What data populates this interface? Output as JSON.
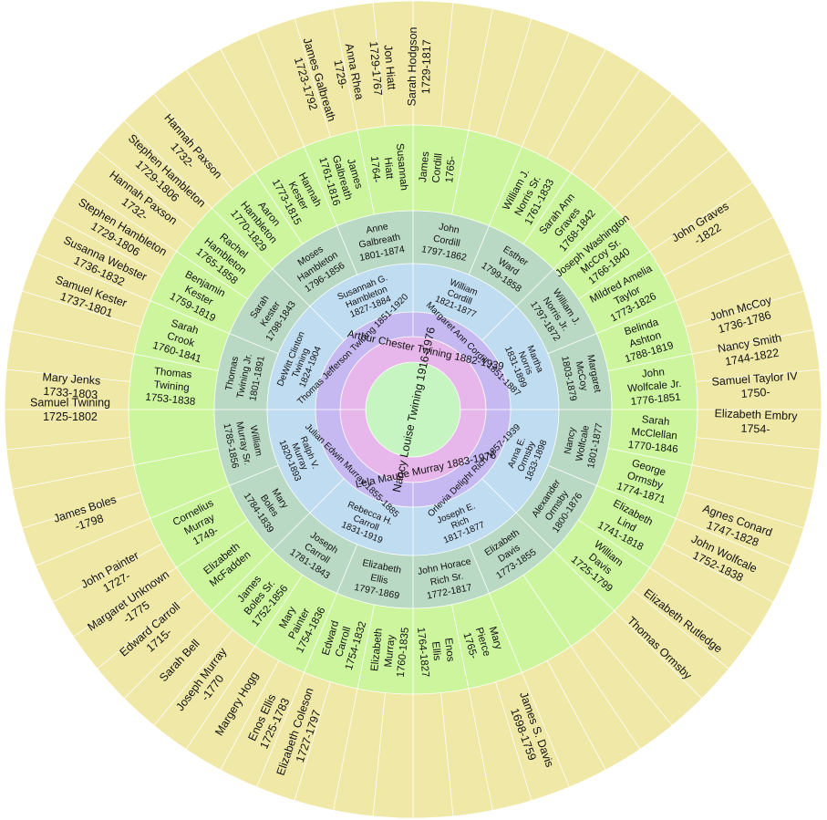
{
  "colors": {
    "ring6": "#efe8a7",
    "ring5": "#cdf59e",
    "ring4": "#b9d9c4",
    "ring3": "#c0dcf1",
    "ring2": "#c6b9f2",
    "ring1": "#e7b6ea",
    "center": "#c7f5c1"
  },
  "center": {
    "name": "Nancy Louise Twining 1916-1976"
  },
  "gen1": [
    {
      "label": "Arthur Chester Twining 1882-1939"
    },
    {
      "label": "Lela Maude Murray 1883-1976"
    }
  ],
  "gen2": [
    {
      "label": "Thomas Jefferson Twining 1851-1920"
    },
    {
      "label": "Margaret Ann Cordill 1851-1887"
    },
    {
      "label": "Orlevia Delight Rich 1857-1939"
    },
    {
      "label": "Julian Edwin Murray 1855-1885"
    }
  ],
  "gen3": [
    {
      "lines": [
        "DeWitt Clinton",
        "Twining",
        "1824-1904"
      ]
    },
    {
      "lines": [
        "Susannah G.",
        "Hambleton",
        "1827-1884"
      ]
    },
    {
      "lines": [
        "William",
        "Cordill",
        "1821-1877"
      ]
    },
    {
      "lines": [
        "Martha",
        "Norris",
        "1831-1899"
      ]
    },
    {
      "lines": [
        "Anna E.",
        "Ormsby",
        "1833-1898"
      ]
    },
    {
      "lines": [
        "Joseph E.",
        "Rich",
        "1817-1877"
      ]
    },
    {
      "lines": [
        "Rebecca H.",
        "Carroll",
        "1831-1919"
      ]
    },
    {
      "lines": [
        "Ralph V.",
        "Murray",
        "1820-1893"
      ]
    }
  ],
  "gen4": [
    {
      "lines": [
        "Thomas",
        "Twining Jr.",
        "1801-1891"
      ]
    },
    {
      "lines": [
        "Sarah",
        "Kester",
        "1798-1843"
      ]
    },
    {
      "lines": [
        "Moses",
        "Hambleton",
        "1796-1856"
      ]
    },
    {
      "lines": [
        "Anne",
        "Galbreath",
        "1801-1874"
      ]
    },
    {
      "lines": [
        "John",
        "Cordill",
        "1797-1862"
      ]
    },
    {
      "lines": [
        "Esther",
        "Ward",
        "1799-1858"
      ]
    },
    {
      "lines": [
        "William J.",
        "Norris Jr.",
        "1797-1872"
      ]
    },
    {
      "lines": [
        "Margaret",
        "McCoy",
        "1803-1879"
      ]
    },
    {
      "lines": [
        "Nancy",
        "Wolfcale",
        "1801-1877"
      ]
    },
    {
      "lines": [
        "Alexander",
        "Ormsby",
        "1800-1876"
      ]
    },
    {
      "lines": [
        "Elizabeth",
        "Davis",
        "1773-1855"
      ]
    },
    {
      "lines": [
        "John Horace",
        "Rich Sr.",
        "1772-1817"
      ]
    },
    {
      "lines": [
        "Elizabeth",
        "Ellis",
        "1797-1869"
      ]
    },
    {
      "lines": [
        "Joseph",
        "Carroll",
        "1781-1843"
      ]
    },
    {
      "lines": [
        "Mary",
        "Boles",
        "1784-1839"
      ]
    },
    {
      "lines": [
        "William",
        "Murray Sr.",
        "1785-1856"
      ]
    }
  ],
  "gen5": [
    {
      "lines": [
        "Thomas",
        "Twining",
        "1753-1838"
      ]
    },
    {
      "lines": [
        "Sarah",
        "Crook",
        "1760-1841"
      ]
    },
    {
      "lines": [
        "Benjamin",
        "Kester",
        "1759-1819"
      ]
    },
    {
      "lines": [
        "Rachel",
        "Hambleton",
        "1765-1858"
      ]
    },
    {
      "lines": [
        "Aaron",
        "Hambleton",
        "1770-1829"
      ]
    },
    {
      "lines": [
        "Hannah",
        "Kester",
        "1773-1815"
      ]
    },
    {
      "lines": [
        "James",
        "Galbreath",
        "1761-1816"
      ]
    },
    {
      "lines": [
        "Susannah",
        "Hiatt",
        "1764-"
      ]
    },
    {
      "lines": [
        "James",
        "Cordill",
        "1765-"
      ]
    },
    {
      "lines": []
    },
    {
      "lines": [
        "William J.",
        "Norris Sr.",
        "1761-1833"
      ]
    },
    {
      "lines": [
        "Sarah Ann",
        "Graves",
        "1768-1842"
      ]
    },
    {
      "lines": [
        "Joseph Washington",
        "McCoy Sr.",
        "1766-1840"
      ]
    },
    {
      "lines": [
        "Mildred Amelia",
        "Taylor",
        "1773-1826"
      ]
    },
    {
      "lines": [
        "Belinda",
        "Ashton",
        "1788-1819"
      ]
    },
    {
      "lines": [
        "John",
        "Wolfcale Jr.",
        "1776-1851"
      ]
    },
    {
      "lines": [
        "Sarah",
        "McClellan",
        "1770-1846"
      ]
    },
    {
      "lines": [
        "George",
        "Ormsby",
        "1774-1871"
      ]
    },
    {
      "lines": [
        "Elizabeth",
        "Lind",
        "1741-1818"
      ]
    },
    {
      "lines": [
        "William",
        "Davis",
        "1725-1799"
      ]
    },
    {
      "lines": []
    },
    {
      "lines": []
    },
    {
      "lines": [
        "Mary",
        "Pierce",
        "1765-"
      ]
    },
    {
      "lines": [
        "Enos",
        "Ellis",
        "1764-1827"
      ]
    },
    {
      "lines": [
        "Elizabeth",
        "Murray",
        "1760-1835"
      ]
    },
    {
      "lines": [
        "Edward",
        "Carroll",
        "1754-1832"
      ]
    },
    {
      "lines": [
        "Mary",
        "Painter",
        "1754-1836"
      ]
    },
    {
      "lines": [
        "James",
        "Boles Sr.",
        "1752-1856"
      ]
    },
    {
      "lines": [
        "Elizabeth",
        "McFadden"
      ]
    },
    {
      "lines": [
        "Cornelius",
        "Murray",
        "1749-"
      ]
    }
  ],
  "gen6": [
    {
      "angle": 180,
      "lines": [
        "Samuel Twining",
        "1725-1802"
      ]
    },
    {
      "angle": 176,
      "lines": [
        "Mary Jenks",
        "1733-1803"
      ]
    },
    {
      "angle": 161,
      "lines": [
        "Samuel Kester",
        "1737-1801"
      ]
    },
    {
      "angle": 155,
      "lines": [
        "Susanna Webster",
        "1736-1832"
      ]
    },
    {
      "angle": 149,
      "lines": [
        "Stephen Hambleton",
        "1729-1806"
      ]
    },
    {
      "angle": 143,
      "lines": [
        "Hannah Paxson",
        "1732-"
      ]
    },
    {
      "angle": 137,
      "lines": [
        "Stephen Hambleton",
        "1729-1806"
      ]
    },
    {
      "angle": 131,
      "lines": [
        "Hannah Paxson",
        "1732-"
      ]
    },
    {
      "angle": 107,
      "lines": [
        "James Galbreath",
        "1723-1792"
      ]
    },
    {
      "angle": 101,
      "lines": [
        "Anna Rhea",
        "1729-"
      ]
    },
    {
      "angle": 95,
      "lines": [
        "Jon Hiatt",
        "1729-1767"
      ]
    },
    {
      "angle": 89,
      "lines": [
        "Sarah Hodgson",
        "1729-1817"
      ]
    },
    {
      "angle": 32,
      "lines": [
        "John Graves",
        "-1822"
      ]
    },
    {
      "angle": 16,
      "lines": [
        "John McCoy",
        "1736-1786"
      ]
    },
    {
      "angle": 10,
      "lines": [
        "Nancy Smith",
        "1744-1822"
      ]
    },
    {
      "angle": 4,
      "lines": [
        "Samuel Taylor IV",
        "1750-"
      ]
    },
    {
      "angle": -2,
      "lines": [
        "Elizabeth Embry",
        "1754-"
      ]
    },
    {
      "angle": -20,
      "lines": [
        "Agnes Conard",
        "1747-1828"
      ]
    },
    {
      "angle": -26,
      "lines": [
        "John Wolfcale",
        "1752-1838"
      ]
    },
    {
      "angle": -38,
      "lines": [
        "Elizabeth Rutledge"
      ]
    },
    {
      "angle": -44,
      "lines": [
        "Thomas Ormsby"
      ]
    },
    {
      "angle": -70,
      "lines": [
        "James S. Davis",
        "1698-1759"
      ]
    },
    {
      "angle": -109,
      "lines": [
        "Elizabeth Coleson",
        "1727-1797"
      ]
    },
    {
      "angle": -115,
      "lines": [
        "Enos Ellis",
        "1725-1783"
      ]
    },
    {
      "angle": -121,
      "lines": [
        "Margery Hogg"
      ]
    },
    {
      "angle": -127,
      "lines": [
        "Joseph Murray",
        "-1770"
      ]
    },
    {
      "angle": -133,
      "lines": [
        "Sarah Bell"
      ]
    },
    {
      "angle": -139,
      "lines": [
        "Edward Carroll",
        "1715-"
      ]
    },
    {
      "angle": -145,
      "lines": [
        "Margaret Unknown",
        "-1775"
      ]
    },
    {
      "angle": -151,
      "lines": [
        "John Painter",
        "1727-"
      ]
    },
    {
      "angle": -162,
      "lines": [
        "James Boles",
        "-1798"
      ]
    }
  ]
}
